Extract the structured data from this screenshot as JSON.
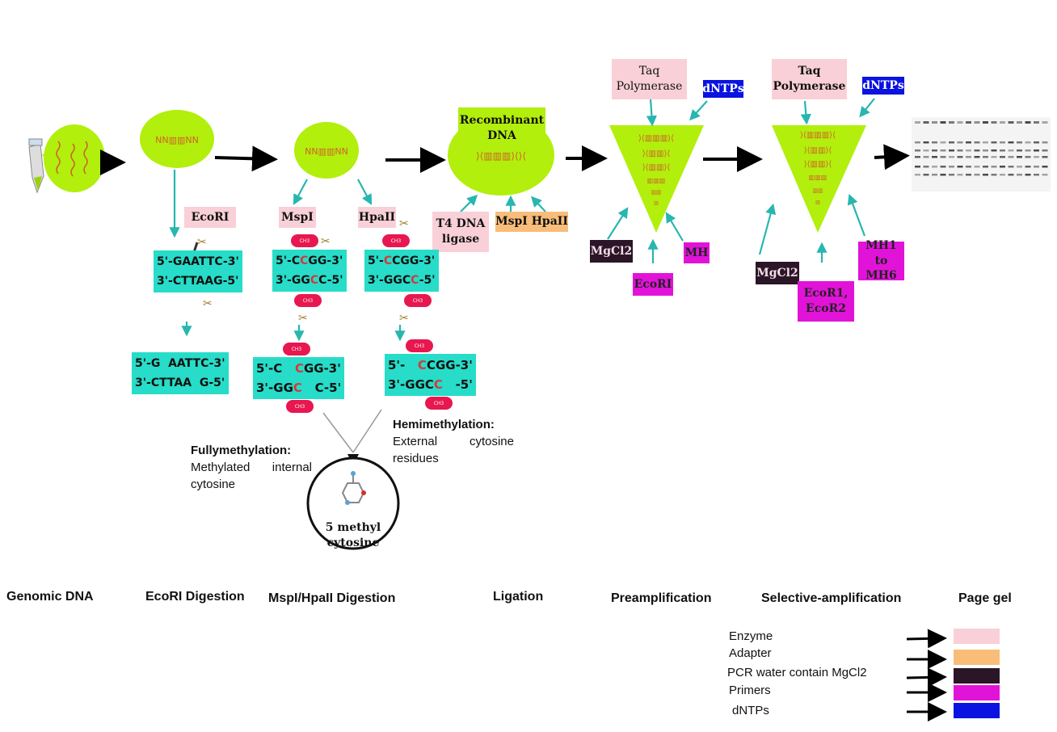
{
  "steps": [
    "Genomic DNA",
    "EcoRI Digestion",
    "MspI/HpaII Digestion",
    "Ligation",
    "Preamplification",
    "Selective-amplification",
    "Page gel"
  ],
  "enzymes": {
    "ecori": "EcoRI",
    "mspi": "MspI",
    "hpaii": "HpaII",
    "ligase": "T4 DNA ligase",
    "adapter": "MspI HpaII"
  },
  "recombinant": "Recombinant DNA",
  "sequences": {
    "ecori_top": "5'-GAATTC-3'",
    "ecori_bottom": "3'-CTTAAG-5'",
    "mspi_top": [
      "5'-C",
      "C",
      "GG-3'"
    ],
    "mspi_bottom": [
      "3'-GG",
      "C",
      "C-5'"
    ],
    "hpaii_top": [
      "5'-",
      "C",
      "CGG-3'"
    ],
    "hpaii_bottom": [
      "3'-GGC",
      "C",
      "-5'"
    ],
    "ecori_cut_top": "5'-G  AATTC-3'",
    "ecori_cut_bottom": "3'-CTTAA  G-5'",
    "mspi_cut_top": [
      "5'-C   ",
      "C",
      "GG-3'"
    ],
    "mspi_cut_bottom": [
      "3'-GG",
      "C",
      "   C-5'"
    ],
    "hpaii_cut_top": [
      "5'-   ",
      "C",
      "CGG-3'"
    ],
    "hpaii_cut_bottom": [
      "3'-GGC",
      "C",
      "   -5'"
    ]
  },
  "ch3_label": "CH3",
  "fully": {
    "title": "Fullymethylation:",
    "text": "Methylated internal cytosine"
  },
  "hemi": {
    "title": "Hemimethylation:",
    "text": "External cytosine residues"
  },
  "cytosine": "5 methyl cytosine",
  "preamp": {
    "taq": "Taq Polymerase",
    "dntps": "dNTPs",
    "mgcl2": "MgCl2",
    "primer": "EcoRI",
    "mh": "MH"
  },
  "selamp": {
    "taq": "Taq Polymerase",
    "dntps": "dNTPs",
    "mgcl2": "MgCl2",
    "primer": "EcoR1, EcoR2",
    "mh": "MH1 to MH6"
  },
  "legend": [
    {
      "label": "Enzyme",
      "color": "#f9d0d8"
    },
    {
      "label": "Adapter",
      "color": "#f9bd7a"
    },
    {
      "label": "PCR  water contain MgCl2",
      "color": "#2a1626"
    },
    {
      "label": "Primers",
      "color": "#e213d8"
    },
    {
      "label": "dNTPs",
      "color": "#0a13e0"
    }
  ],
  "colors": {
    "green": "#b2ef0c",
    "teal": "#27b6b0",
    "seq_bg": "#27dcc8",
    "ch3": "#e8174f"
  }
}
